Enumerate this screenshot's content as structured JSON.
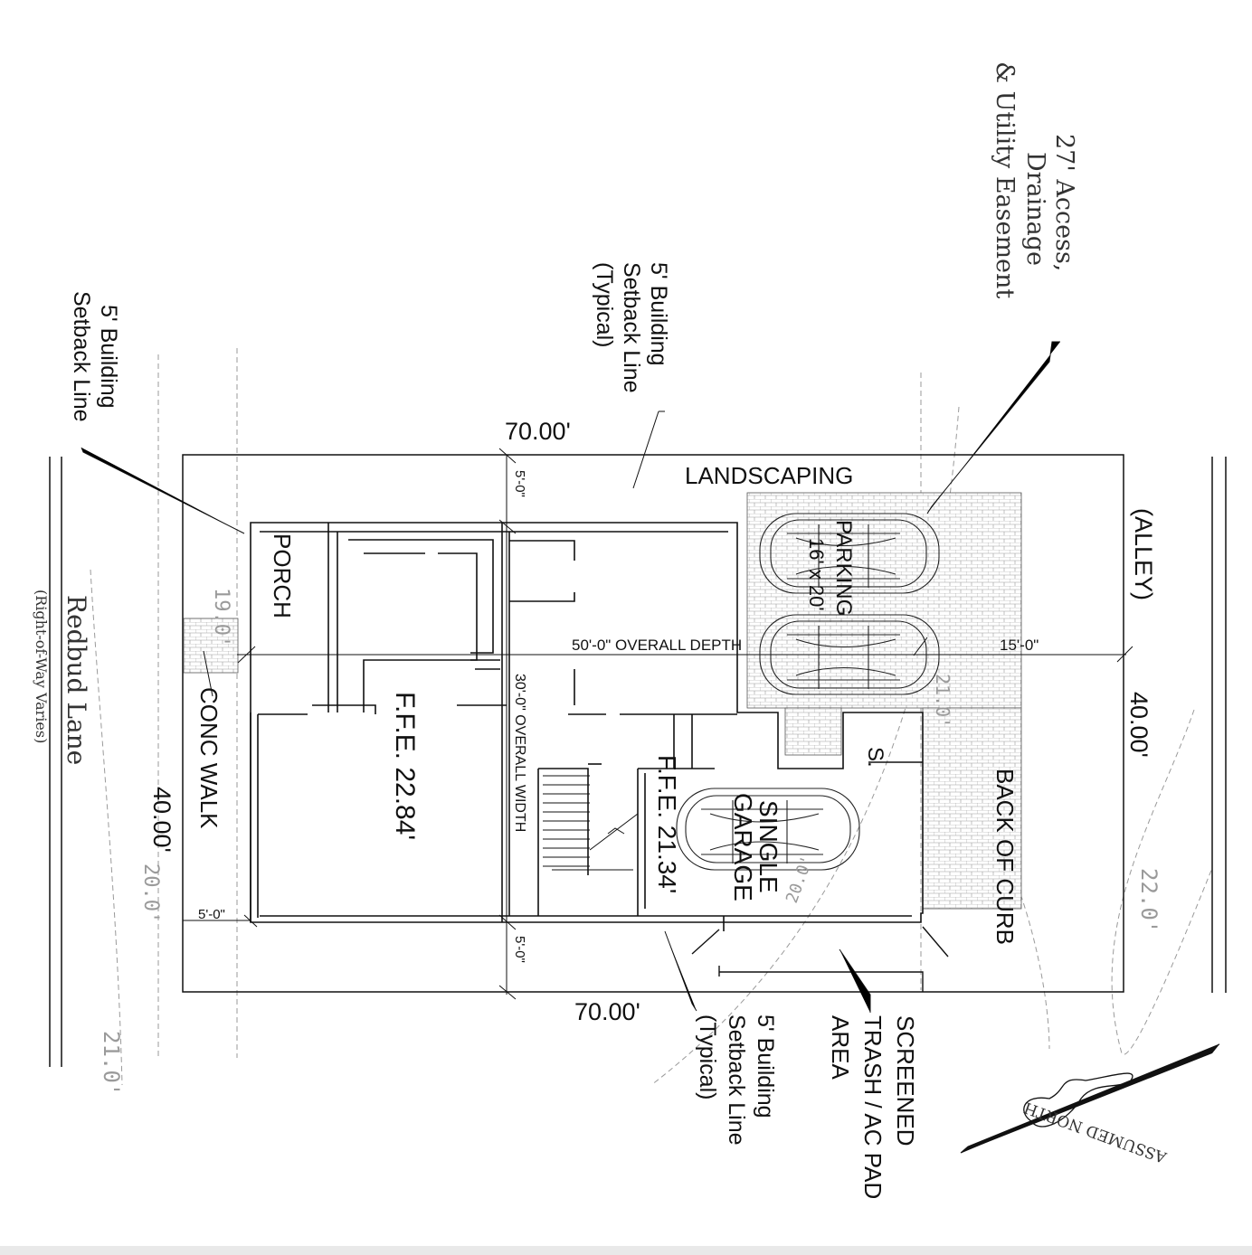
{
  "colors": {
    "line": "#111111",
    "paver": "#8c8c8c",
    "contour": "#9a9a9a",
    "background": "#ffffff"
  },
  "icons": [
    "north-arrow-icon",
    "car-icon"
  ],
  "labels": {
    "setback_left": [
      "5' Building",
      "Setback Line"
    ],
    "setback_top": [
      "5' Building",
      "Setback Line",
      "(Typical)"
    ],
    "setback_bottom": [
      "5' Building",
      "Setback Line",
      "(Typical)"
    ],
    "easement": [
      "27' Access,",
      "Drainage",
      "& Utility Easement"
    ],
    "dim_top": "70.00'",
    "dim_bottom": "70.00'",
    "dim_left": "40.00'",
    "dim_right": "40.00'",
    "landscaping": "LANDSCAPING",
    "alley": "(ALLEY)",
    "porch": "PORCH",
    "conc_walk": "CONC WALK",
    "parking": "PARKING",
    "parking_size": "16' x 20'",
    "overall_depth": "50'-0\" OVERALL DEPTH",
    "overall_width": "30'-0\" OVERALL WIDTH",
    "dim_15": "15'-0\"",
    "dim_5_top": "5'-0\"",
    "dim_5_bottom": "5'-0\"",
    "dim_5_left": "5'-0\"",
    "ffe_main": "F.F.E. 22.84'",
    "ffe_garage": "F.F.E. 21.34'",
    "single_garage": [
      "SINGLE",
      "GARAGE"
    ],
    "storage": "S.",
    "back_of_curb": "BACK OF CURB",
    "trash": [
      "SCREENED",
      "TRASH / AC PAD",
      "AREA"
    ],
    "street": "Redbud Lane",
    "row": "(Right-of-Way Varies)",
    "north": "ASSUMED NORTH",
    "contours": [
      "19.0'",
      "20.0'",
      "21.0'",
      "21.0'",
      "22.0'",
      "20.0'"
    ]
  }
}
